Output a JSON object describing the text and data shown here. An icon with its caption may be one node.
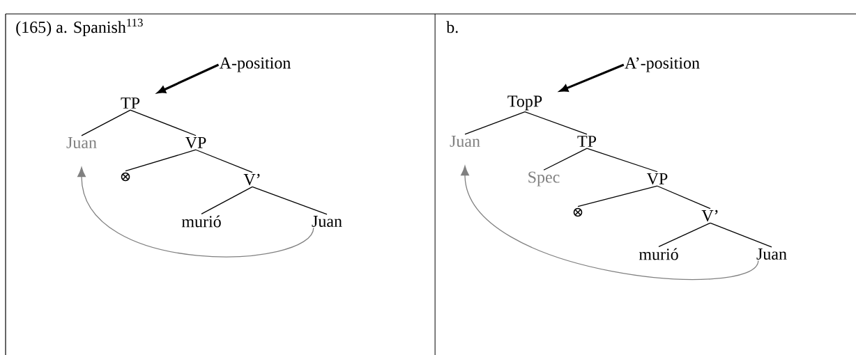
{
  "diagram": {
    "nodes": [
      {
        "text": [
          "(165) a. Spanish$^{113}$"
        ]
      },
      {
        "text": [
          "A-position"
        ],
        "in": 0
      },
      {
        "text": [
          "TP"
        ],
        "in": 0
      },
      {
        "text": [
          "Juan"
        ],
        "in": 0
      },
      {
        "text": [
          "VP"
        ],
        "in": 0
      },
      {
        "text": [
          "⊗"
        ],
        "in": 0
      },
      {
        "text": [
          "V’"
        ],
        "in": 0
      },
      {
        "text": [
          "murió"
        ],
        "in": 0
      },
      {
        "text": [
          "Juan"
        ],
        "in": 0
      },
      {
        "text": [
          "b."
        ]
      },
      {
        "text": [
          "A’-position"
        ],
        "in": 9
      },
      {
        "text": [
          "TopP"
        ],
        "in": 9
      },
      {
        "text": [
          "Juan"
        ],
        "in": 9
      },
      {
        "text": [
          "TP"
        ],
        "in": 9
      },
      {
        "text": [
          "Spec"
        ],
        "in": 9
      },
      {
        "text": [
          "VP"
        ],
        "in": 9
      },
      {
        "text": [
          "⊗"
        ],
        "in": 9
      },
      {
        "text": [
          "V’"
        ],
        "in": 9
      },
      {
        "text": [
          "murió"
        ],
        "in": 9
      },
      {
        "text": [
          "Juan"
        ],
        "in": 9
      }
    ],
    "edges": [
      {
        "from": 1,
        "to": 2,
        "arrow": "to",
        "style": "thick"
      },
      {
        "from": 2,
        "to": 3,
        "arrow": "none"
      },
      {
        "from": 2,
        "to": 4,
        "arrow": "none"
      },
      {
        "from": 4,
        "to": 5,
        "arrow": "none"
      },
      {
        "from": 4,
        "to": 6,
        "arrow": "none"
      },
      {
        "from": 6,
        "to": 7,
        "arrow": "none"
      },
      {
        "from": 6,
        "to": 8,
        "arrow": "none"
      },
      {
        "from": 8,
        "to": 3,
        "arrow": "to",
        "color": "#808080"
      },
      {
        "from": 10,
        "to": 11,
        "arrow": "to",
        "style": "thick"
      },
      {
        "from": 11,
        "to": 12,
        "arrow": "none"
      },
      {
        "from": 11,
        "to": 13,
        "arrow": "none"
      },
      {
        "from": 13,
        "to": 14,
        "arrow": "none"
      },
      {
        "from": 13,
        "to": 15,
        "arrow": "none"
      },
      {
        "from": 15,
        "to": 16,
        "arrow": "none"
      },
      {
        "from": 15,
        "to": 17,
        "arrow": "none"
      },
      {
        "from": 17,
        "to": 18,
        "arrow": "none"
      },
      {
        "from": 17,
        "to": 19,
        "arrow": "none"
      },
      {
        "from": 19,
        "to": 12,
        "arrow": "to",
        "color": "#808080"
      }
    ]
  }
}
